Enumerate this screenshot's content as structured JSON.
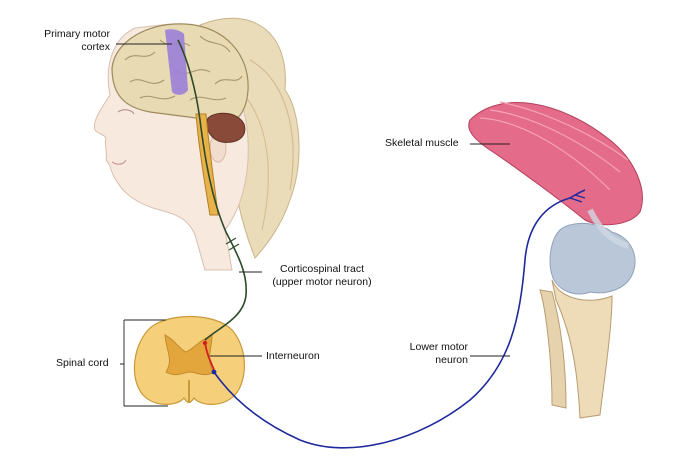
{
  "labels": {
    "primary_motor_cortex_1": "Primary motor",
    "primary_motor_cortex_2": "cortex",
    "skeletal_muscle": "Skeletal muscle",
    "corticospinal_1": "Corticospinal tract",
    "corticospinal_2": "(upper motor neuron)",
    "spinal_cord": "Spinal cord",
    "interneuron": "Interneuron",
    "lower_motor_1": "Lower motor",
    "lower_motor_2": "neuron"
  },
  "colors": {
    "upper_neuron": "#2f4a2a",
    "lower_neuron": "#1f2a9c",
    "interneuron": "#d21e1e",
    "motor_cortex": "#9a7cd6",
    "brain": "#e6d8b0",
    "cerebellum": "#8a4a3a",
    "spinal_gray": "#e2a63c",
    "spinal_white": "#f6cf7a",
    "muscle": "#e6708e",
    "skin": "#f6e7dc",
    "hair": "#e9d9b8",
    "bone": "#ecd9b6",
    "cartilage": "#b8c8d8"
  }
}
